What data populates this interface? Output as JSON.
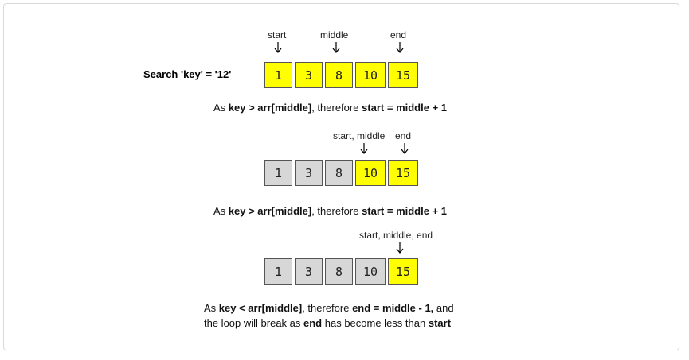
{
  "search_label": "Search 'key' = '12'",
  "steps": [
    {
      "cells": [
        "1",
        "3",
        "8",
        "10",
        "15"
      ],
      "active": [
        true,
        true,
        true,
        true,
        true
      ],
      "pointers": [
        "start",
        "middle",
        "end"
      ],
      "caption": {
        "pre": "As ",
        "key": "key > arr[middle]",
        "mid": ", therefore ",
        "action": "start = middle + 1",
        "post": ""
      }
    },
    {
      "cells": [
        "1",
        "3",
        "8",
        "10",
        "15"
      ],
      "active": [
        false,
        false,
        false,
        true,
        true
      ],
      "pointers": [
        "start, middle",
        "end"
      ],
      "caption": {
        "pre": "As ",
        "key": "key > arr[middle]",
        "mid": ", therefore ",
        "action": "start = middle + 1",
        "post": ""
      }
    },
    {
      "cells": [
        "1",
        "3",
        "8",
        "10",
        "15"
      ],
      "active": [
        false,
        false,
        false,
        false,
        true
      ],
      "pointers": [
        "start, middle, end"
      ],
      "caption": {
        "line1_pre": "As ",
        "line1_key": "key < arr[middle]",
        "line1_mid": ", therefore ",
        "line1_action": "end = middle - 1,",
        "line1_post": " and",
        "line2_pre": "the loop will break as ",
        "line2_end": "end",
        "line2_mid": " has become less than ",
        "line2_start": "start"
      }
    }
  ],
  "colors": {
    "active": "#ffff00",
    "inactive": "#d7d7d7",
    "border": "#555555"
  }
}
